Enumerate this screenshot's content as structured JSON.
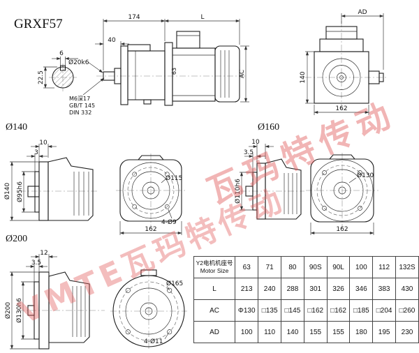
{
  "title": "GRXF57",
  "watermark": {
    "line1": "瓦玛特传动",
    "line2": "VMTE瓦玛特传动",
    "color": "#e05a5a"
  },
  "shaft_section": {
    "key_width": "6",
    "depth": "22.5",
    "shaft_dia": "Ø20k6",
    "tap_note": "M6深17",
    "std1": "GB/T 145",
    "std2": "DIN 332"
  },
  "side_view": {
    "dim_gear": "174",
    "dim_motor": "L",
    "dim_shaft": "40",
    "dim_mid": "63",
    "dim_ac": "AC"
  },
  "end_view": {
    "dim_ad": "AD",
    "dim_height": "140",
    "dim_width": "162"
  },
  "flange140": {
    "heading": "Ø140",
    "thickness": "10",
    "spigot_depth": "3",
    "od": "Ø140",
    "spigot": "Ø95h6",
    "bolt_circle": "Ø115",
    "holes": "4-Ø9",
    "width": "162"
  },
  "flange160": {
    "heading": "Ø160",
    "thickness": "10",
    "spigot_depth": "3.5",
    "spigot": "Ø110h6",
    "bolt_circle": "Ø130",
    "width": "162"
  },
  "flange200": {
    "heading": "Ø200",
    "thickness": "12",
    "spigot_depth": "3.5",
    "od": "Ø200",
    "spigot": "Ø130h6",
    "bolt_circle": "Ø165",
    "holes": "4-Ø11"
  },
  "table": {
    "header_line1": "Y2电机机座号",
    "header_line2": "Motor Size",
    "columns": [
      "63",
      "71",
      "80",
      "90S",
      "90L",
      "100",
      "112",
      "132S"
    ],
    "rows": [
      {
        "label": "L",
        "values": [
          "213",
          "240",
          "288",
          "301",
          "326",
          "346",
          "383",
          "430"
        ]
      },
      {
        "label": "AC",
        "values": [
          "Φ130",
          "□135",
          "□145",
          "□162",
          "□162",
          "□185",
          "□204",
          "□260"
        ]
      },
      {
        "label": "AD",
        "values": [
          "100",
          "110",
          "140",
          "155",
          "155",
          "180",
          "195",
          "230"
        ]
      }
    ]
  }
}
